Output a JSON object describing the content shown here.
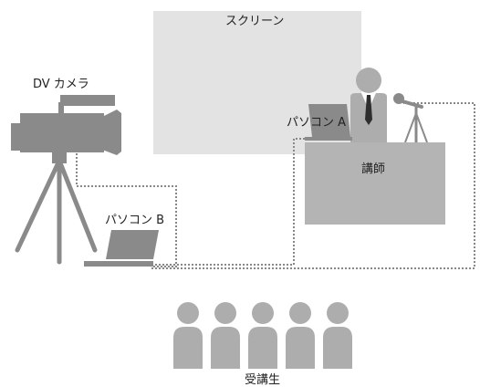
{
  "labels": {
    "screen": "スクリーン",
    "dv_camera": "DV カメラ",
    "pc_a": "パソコン A",
    "pc_b": "パソコン B",
    "lecturer": "講師",
    "audience": "受講生"
  },
  "colors": {
    "screen_fill": "#e3e3e3",
    "equipment": "#8a8a8a",
    "podium": "#b4b4b4",
    "people": "#adadad",
    "cable": "#888888",
    "tie": "#2e2e2e",
    "shirt": "#ffffff"
  },
  "icons": {
    "camera": "video-camera-icon",
    "tripod": "tripod-icon",
    "laptop": "laptop-icon",
    "microphone": "microphone-icon",
    "person": "person-icon"
  },
  "audience_count": 5
}
